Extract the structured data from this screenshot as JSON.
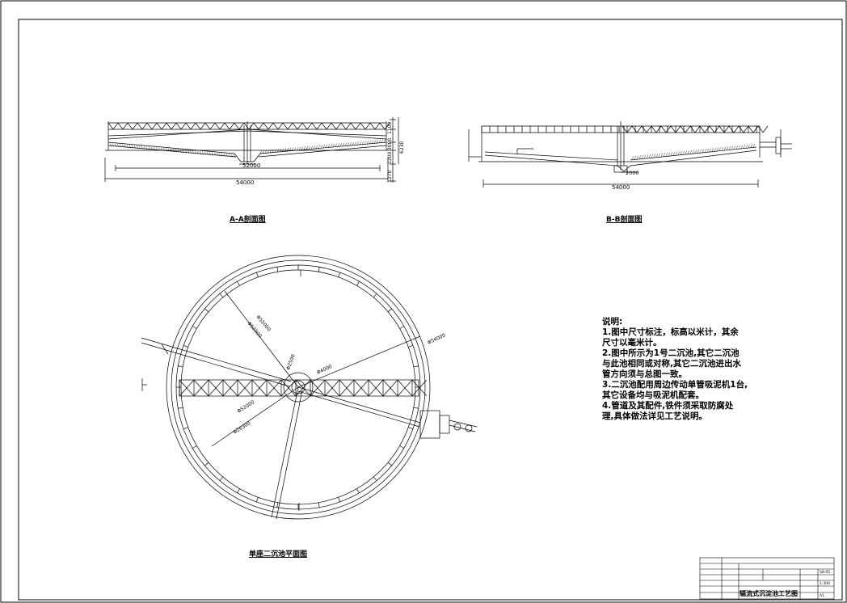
{
  "sections": {
    "aa": {
      "title": "A-A剖面图",
      "dim_total": "54000",
      "dim_inner": "52000",
      "dims_vertical": [
        "6230",
        "1270",
        "1200",
        "3000",
        "1100"
      ]
    },
    "bb": {
      "title": "B-B剖面图",
      "dim_total": "54000",
      "dim_inner": "2000"
    }
  },
  "plan": {
    "title": "单座二沉池平面图",
    "dims": [
      "Φ54000",
      "Φ52000",
      "Φ55000",
      "Φ52500",
      "Φ4000",
      "Φ2500",
      "Φ26300"
    ]
  },
  "notes": {
    "heading": "说明:",
    "lines": [
      "1.图中尺寸标注，标高以米计，其余",
      "尺寸以毫米计。",
      "2.图中所示为1号二沉池,其它二沉池",
      "与此池相同或对称,其它二沉池进出水",
      "管方向须与总图一致。",
      "3.二沉池配用周边传动单管吸泥机1台,",
      "其它设备均与吸泥机配套。",
      "4.管道及其配件,铁件须采取防腐处",
      "理,具体做法详见工艺说明。"
    ]
  },
  "title_block": {
    "drawing_title": "辐流式沉淀池工艺图",
    "sheet_no": "S8-05",
    "scale": "1:300",
    "size": "A1"
  }
}
